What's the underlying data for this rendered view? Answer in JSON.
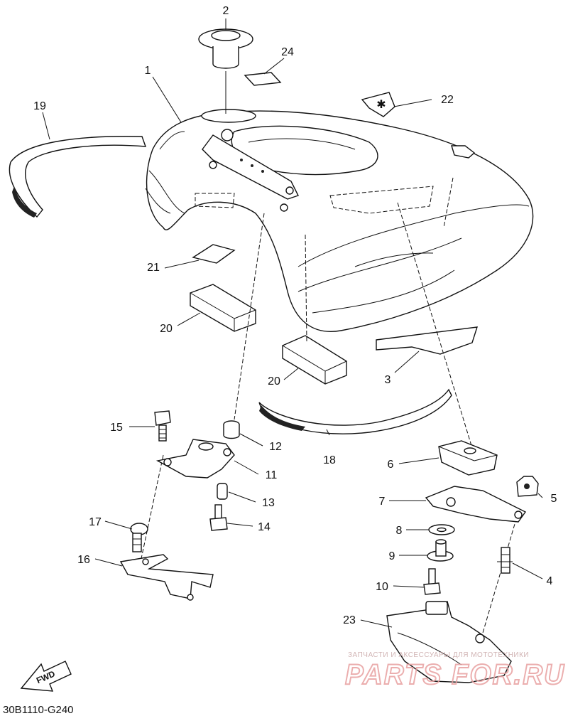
{
  "diagram": {
    "code": "30B1110-G240",
    "fwd_label": "FWD",
    "labels": [
      {
        "id": "1",
        "text": "1"
      },
      {
        "id": "2",
        "text": "2"
      },
      {
        "id": "3",
        "text": "3"
      },
      {
        "id": "4",
        "text": "4"
      },
      {
        "id": "5",
        "text": "5"
      },
      {
        "id": "6",
        "text": "6"
      },
      {
        "id": "7",
        "text": "7"
      },
      {
        "id": "8",
        "text": "8"
      },
      {
        "id": "9",
        "text": "9"
      },
      {
        "id": "10",
        "text": "10"
      },
      {
        "id": "11",
        "text": "11"
      },
      {
        "id": "12",
        "text": "12"
      },
      {
        "id": "13",
        "text": "13"
      },
      {
        "id": "14",
        "text": "14"
      },
      {
        "id": "15",
        "text": "15"
      },
      {
        "id": "16",
        "text": "16"
      },
      {
        "id": "17",
        "text": "17"
      },
      {
        "id": "18",
        "text": "18"
      },
      {
        "id": "19",
        "text": "19"
      },
      {
        "id": "20a",
        "text": "20"
      },
      {
        "id": "20b",
        "text": "20"
      },
      {
        "id": "21",
        "text": "21"
      },
      {
        "id": "22",
        "text": "22"
      },
      {
        "id": "23",
        "text": "23"
      },
      {
        "id": "24",
        "text": "24"
      }
    ]
  },
  "watermark": {
    "line1": "ЗАПЧАСТИ И АКСЕССУАРЫ ДЛЯ МОТОТЕХНИКИ",
    "line2": "PARTS FOR.RU"
  },
  "colors": {
    "ink": "#111111",
    "watermark": "#e8a0a0"
  }
}
